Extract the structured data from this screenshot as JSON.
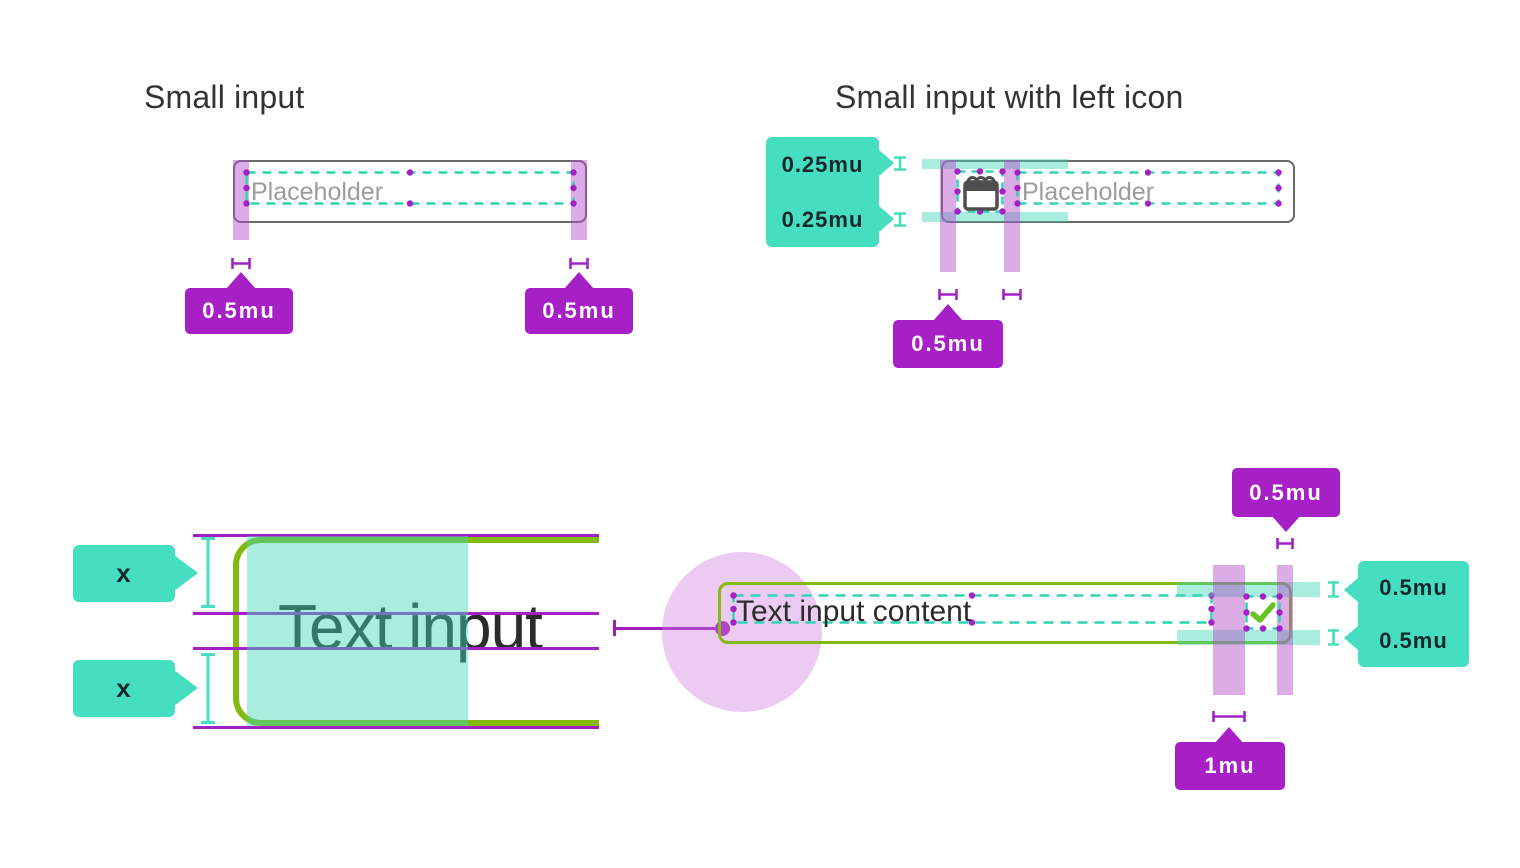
{
  "colors": {
    "annotation_purple": "#a620c6",
    "annotation_line_magenta": "#a322c5",
    "annotation_teal": "#45dec1",
    "teal_dash": "#2fd4b6",
    "focus_border_green": "#84ba10",
    "check_green": "#69c220",
    "input_border_gray": "#6a6a6a",
    "placeholder_gray": "#9c9c9c",
    "text_dark": "#2b2b2b"
  },
  "sections": {
    "small_input": {
      "title": "Small input",
      "placeholder": "Placeholder",
      "left_padding_label": "0.5mu",
      "right_padding_label": "0.5mu"
    },
    "small_input_with_left_icon": {
      "title": "Small input with left icon",
      "placeholder": "Placeholder",
      "icon": "calendar-icon",
      "icon_top_gap_label": "0.25mu",
      "icon_bottom_gap_label": "0.25mu",
      "left_padding_label": "0.5mu"
    },
    "text_input_zoom": {
      "magnified_text": "Text input",
      "top_spacing_label": "x",
      "bottom_spacing_label": "x",
      "input_value": "Text input content",
      "icon": "check-icon",
      "icon_top_gap_label": "0.5mu",
      "icon_bottom_gap_label": "0.5mu",
      "right_padding_label": "0.5mu",
      "text_icon_gap_label": "1mu"
    }
  }
}
